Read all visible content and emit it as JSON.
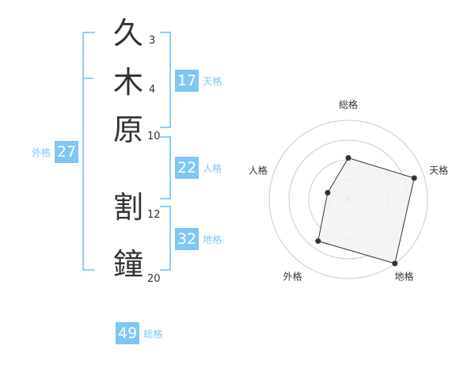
{
  "name": {
    "characters": [
      {
        "char": "久",
        "strokes": "3"
      },
      {
        "char": "木",
        "strokes": "4"
      },
      {
        "char": "原",
        "strokes": "10"
      },
      {
        "char": "割",
        "strokes": "12"
      },
      {
        "char": "鐘",
        "strokes": "20"
      }
    ]
  },
  "fortunes": {
    "tenkaku": {
      "value": "17",
      "label": "天格"
    },
    "jinkaku": {
      "value": "22",
      "label": "人格"
    },
    "chikaku": {
      "value": "32",
      "label": "地格"
    },
    "gaikaku": {
      "value": "27",
      "label": "外格"
    },
    "soukaku": {
      "value": "49",
      "label": "総格"
    }
  },
  "colors": {
    "accent": "#7fc6f3",
    "bracket": "#8ecdf5",
    "text": "#333333",
    "radar_fill": "#f2f2f2",
    "radar_stroke": "#333333",
    "grid": "#cccccc"
  },
  "chart_data": {
    "type": "radar",
    "axes": [
      "総格",
      "天格",
      "地格",
      "外格",
      "人格"
    ],
    "max": 4,
    "values": [
      2.1,
      3.5,
      4.0,
      2.6,
      1.1
    ],
    "grid": true
  }
}
